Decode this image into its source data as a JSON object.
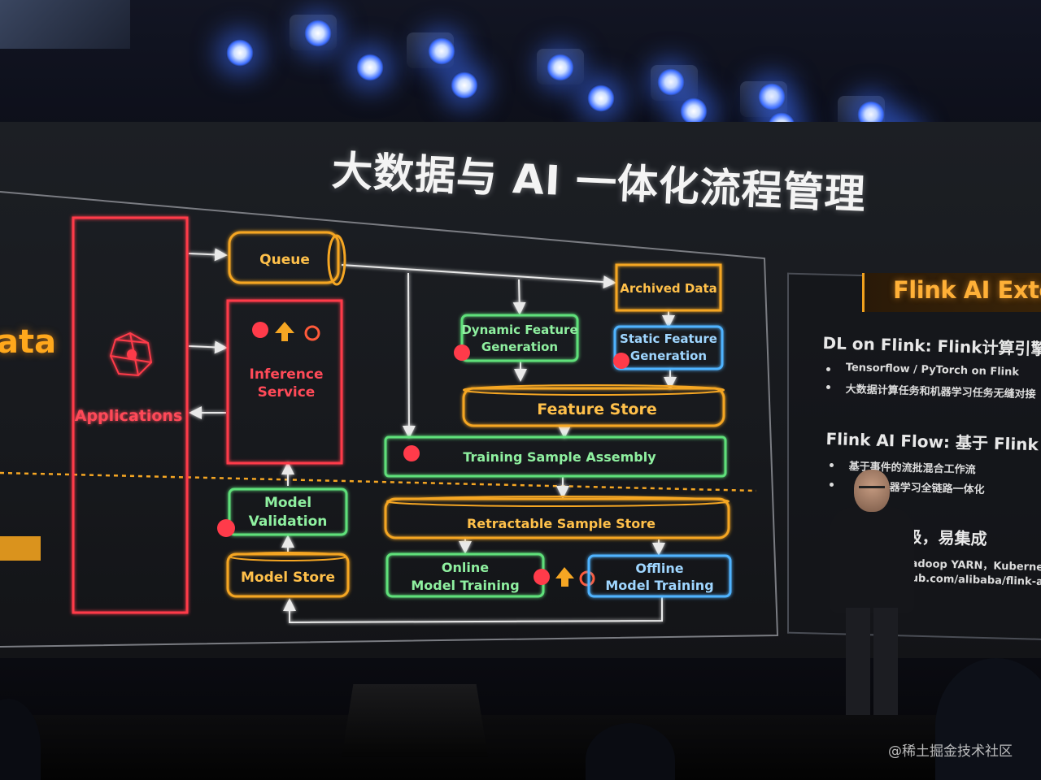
{
  "slide": {
    "title": "大数据与 AI 一体化流程管理",
    "left_partial_word": "ata",
    "nodes": {
      "applications": "Applications",
      "queue": "Queue",
      "inference_line1": "Inference",
      "inference_line2": "Service",
      "archived_data": "Archived Data",
      "dynamic_line1": "Dynamic Feature",
      "dynamic_line2": "Generation",
      "static_line1": "Static Feature",
      "static_line2": "Generation",
      "feature_store": "Feature Store",
      "training_sample": "Training Sample Assembly",
      "model_validation_line1": "Model",
      "model_validation_line2": "Validation",
      "retractable_store": "Retractable Sample Store",
      "model_store": "Model Store",
      "online_line1": "Online",
      "online_line2": "Model Training",
      "offline_line1": "Offline",
      "offline_line2": "Model Training"
    },
    "right_panel": {
      "title": "Flink AI Extend",
      "section1_heading": "DL on Flink: Flink计算引擎和深度",
      "section1_bullets": [
        "Tensorflow / PyTorch on Flink",
        "大数据计算任务和机器学习任务无缝对接"
      ],
      "section2_heading": "Flink AI Flow: 基于 Flink 的实时",
      "section2_bullets": [
        "基于事件的流批混合工作流",
        "与机器学习全链路一体化"
      ],
      "section3_heading": "量级，易集成",
      "section3_line1": "，Hadoop YARN，Kuberne",
      "section3_line2": "ithub.com/alibaba/flink-ai-e"
    },
    "colors": {
      "red": "#ff3b4a",
      "orange": "#f5a623",
      "green": "#5ee07a",
      "blue": "#4fb3ff",
      "white_line": "#e9e9e9"
    }
  },
  "watermark": "@稀土掘金技术社区"
}
